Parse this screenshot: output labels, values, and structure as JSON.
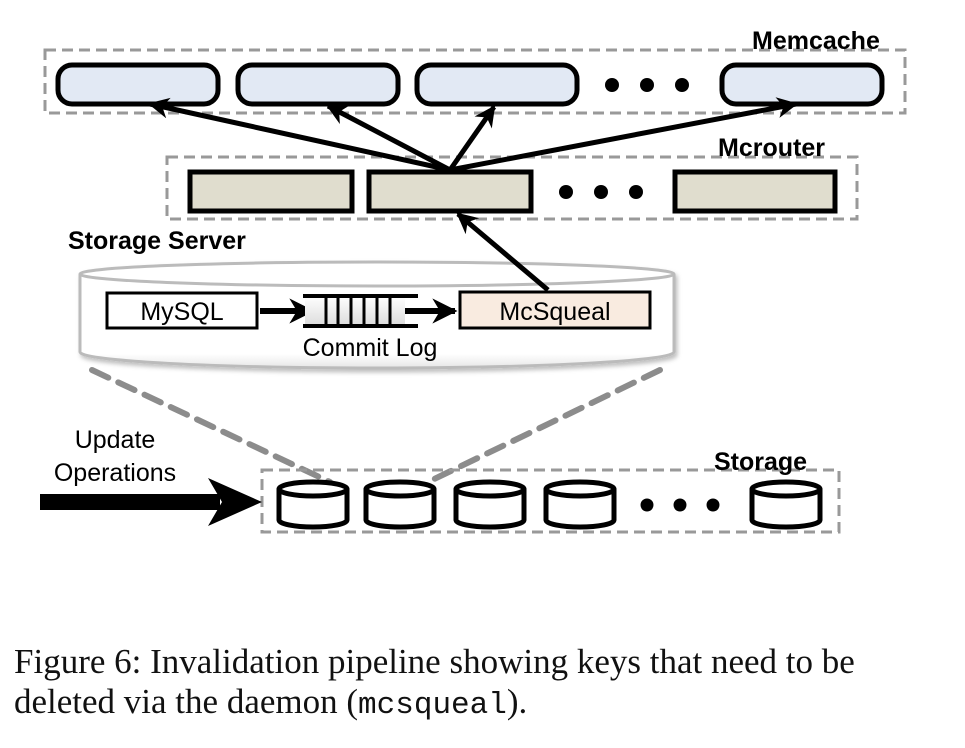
{
  "figure": {
    "groups": {
      "memcache": {
        "label": "Memcache",
        "node_count_visible": 4,
        "ellipsis": "•••",
        "fill": "#e2e9f4"
      },
      "mcrouter": {
        "label": "Mcrouter",
        "node_count_visible": 3,
        "ellipsis": "•••",
        "fill": "#e0ddce"
      },
      "storage_server": {
        "label": "Storage Server"
      },
      "storage": {
        "label": "Storage",
        "node_count_visible": 5,
        "ellipsis": "•••"
      }
    },
    "components": {
      "mysql": {
        "label": "MySQL",
        "fill": "#ffffff"
      },
      "commit_log": {
        "label": "Commit Log"
      },
      "mcsqueal": {
        "label": "McSqueal",
        "fill": "#f9ebe0"
      }
    },
    "inputs": {
      "update_operations": {
        "line1": "Update",
        "line2": "Operations"
      }
    },
    "edges": [
      {
        "from": "update_operations",
        "to": "storage"
      },
      {
        "from": "mysql",
        "to": "commit_log"
      },
      {
        "from": "commit_log",
        "to": "mcsqueal"
      },
      {
        "from": "mcsqueal",
        "to": "mcrouter-2"
      },
      {
        "from": "mcrouter-2",
        "to": "memcache-1"
      },
      {
        "from": "mcrouter-2",
        "to": "memcache-2"
      },
      {
        "from": "mcrouter-2",
        "to": "memcache-3"
      },
      {
        "from": "mcrouter-2",
        "to": "memcache-n"
      }
    ]
  },
  "caption": {
    "text_before": "Figure 6: Invalidation pipeline showing keys that need to be deleted via the daemon (",
    "code": "mcsqueal",
    "text_after": ")."
  }
}
